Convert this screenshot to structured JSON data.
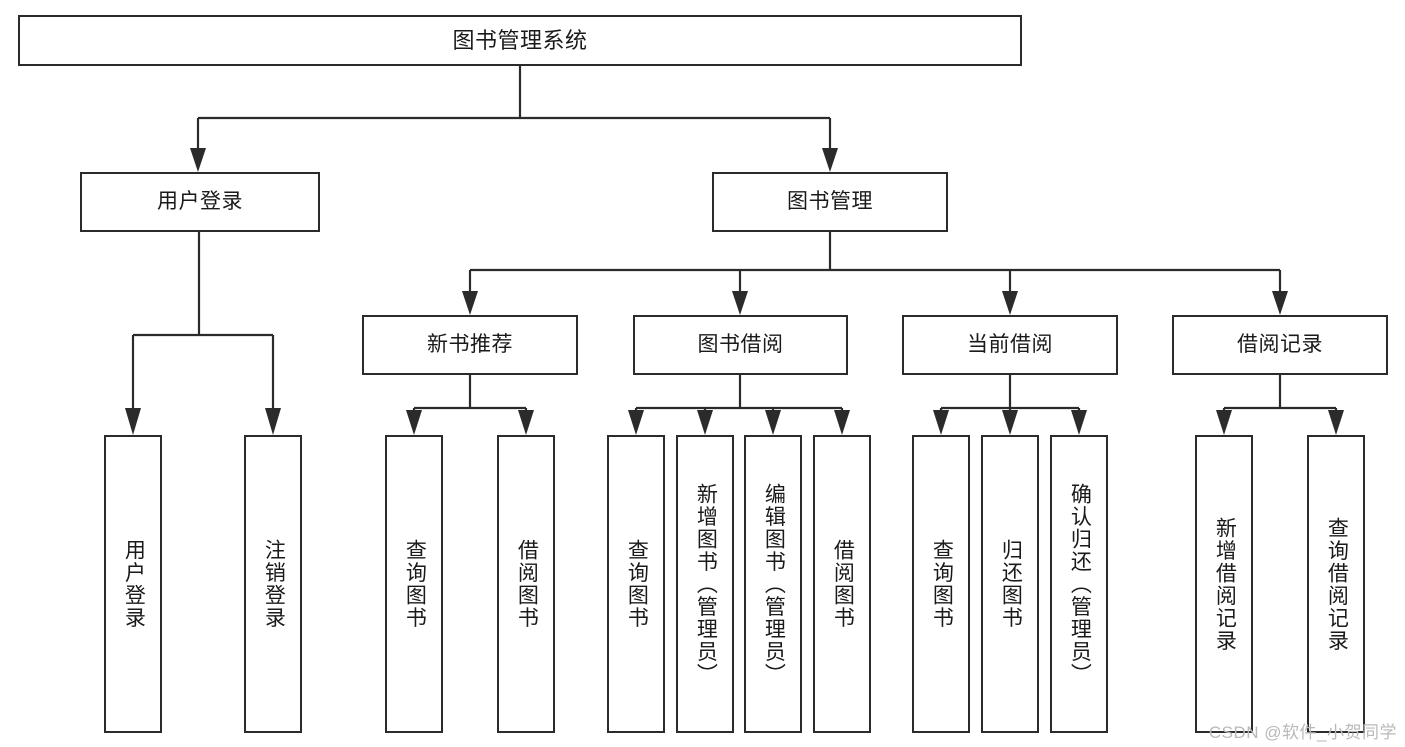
{
  "diagram": {
    "title": "图书管理系统",
    "watermark": "CSDN @软件_小贺同学",
    "root": {
      "label": "图书管理系统"
    },
    "level2": [
      {
        "label": "用户登录"
      },
      {
        "label": "图书管理"
      }
    ],
    "level3": [
      {
        "label": "新书推荐"
      },
      {
        "label": "图书借阅"
      },
      {
        "label": "当前借阅"
      },
      {
        "label": "借阅记录"
      }
    ],
    "leaves": {
      "user_login": [
        {
          "label": "用户登录"
        },
        {
          "label": "注销登录"
        }
      ],
      "new_book_recommend": [
        {
          "label": "查询图书"
        },
        {
          "label": "借阅图书"
        }
      ],
      "book_borrow": [
        {
          "label": "查询图书"
        },
        {
          "label": "新增图书（管理员）"
        },
        {
          "label": "编辑图书（管理员）"
        },
        {
          "label": "借阅图书"
        }
      ],
      "current_borrow": [
        {
          "label": "查询图书"
        },
        {
          "label": "归还图书"
        },
        {
          "label": "确认归还（管理员）"
        }
      ],
      "borrow_record": [
        {
          "label": "新增借阅记录"
        },
        {
          "label": "查询借阅记录"
        }
      ]
    }
  },
  "colors": {
    "stroke": "#2b2b2b",
    "background": "#ffffff",
    "text": "#1a1a1a",
    "watermark": "#b9b9b9"
  }
}
